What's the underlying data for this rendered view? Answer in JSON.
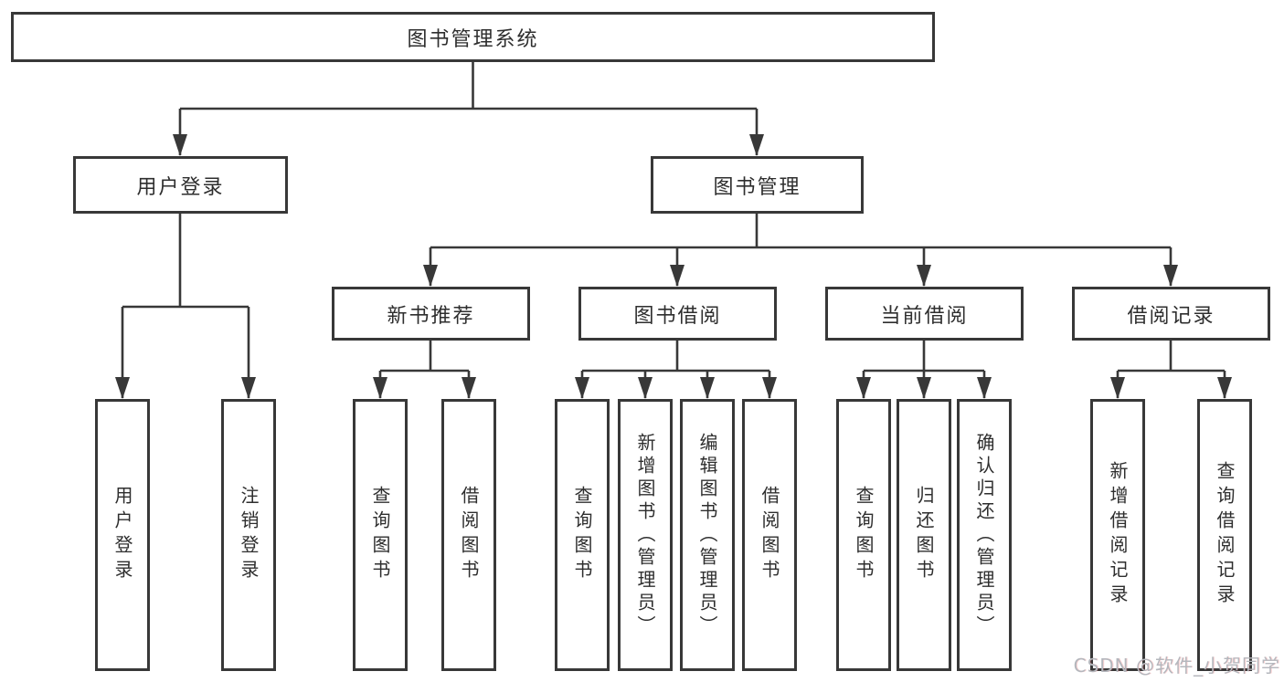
{
  "diagram": {
    "title_node": {
      "label": "图书管理系统"
    },
    "branches": [
      {
        "label": "用户登录",
        "leaves": [
          {
            "label": "用户登录"
          },
          {
            "label": "注销登录"
          }
        ]
      },
      {
        "label": "图书管理",
        "groups": [
          {
            "label": "新书推荐",
            "leaves": [
              {
                "label": "查询图书"
              },
              {
                "label": "借阅图书"
              }
            ]
          },
          {
            "label": "图书借阅",
            "leaves": [
              {
                "label": "查询图书"
              },
              {
                "label": "新增图书（管理员）"
              },
              {
                "label": "编辑图书（管理员）"
              },
              {
                "label": "借阅图书"
              }
            ]
          },
          {
            "label": "当前借阅",
            "leaves": [
              {
                "label": "查询图书"
              },
              {
                "label": "归还图书"
              },
              {
                "label": "确认归还（管理员）"
              }
            ]
          },
          {
            "label": "借阅记录",
            "leaves": [
              {
                "label": "新增借阅记录"
              },
              {
                "label": "查询借阅记录"
              }
            ]
          }
        ]
      }
    ],
    "colors": {
      "line": "#383838",
      "box_border": "#383838",
      "text": "#2e2e2e",
      "background": "#ffffff",
      "watermark": "#b4b7bd"
    }
  },
  "watermark": {
    "text": "CSDN @软件_小贺同学"
  }
}
